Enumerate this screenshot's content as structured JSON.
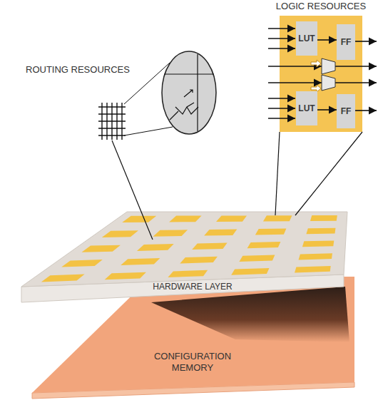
{
  "diagram": {
    "nodes": [
      {
        "text": [
          "LOGIC RESOURCES"
        ]
      },
      {
        "text": [
          "LUT"
        ],
        "in": 0
      },
      {
        "text": [
          "FF"
        ],
        "in": 0
      },
      {
        "text": [
          "LUT"
        ],
        "in": 0
      },
      {
        "text": [
          "FF"
        ],
        "in": 0
      },
      {
        "text": [
          "HARDWARE LAYER"
        ]
      },
      {
        "text": [
          "CONFIGURATION MEMORY"
        ]
      }
    ],
    "edges": [
      {
        "from": 1,
        "to": 2,
        "arrow": "to"
      },
      {
        "from": 3,
        "to": 4,
        "arrow": "to"
      }
    ],
    "labels": [
      "ROUTING RESOURCES"
    ]
  }
}
